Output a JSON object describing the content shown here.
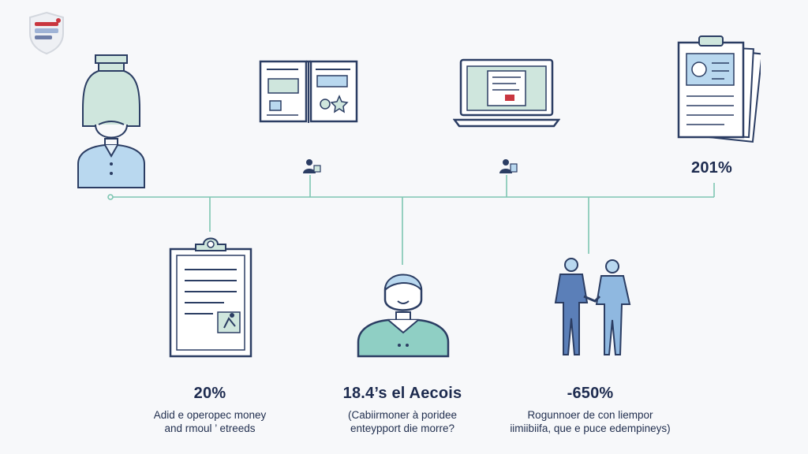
{
  "colors": {
    "line": "#7ec6b2",
    "navy": "#2b3d63",
    "light_blue": "#b9d8ef",
    "mint": "#cfe6dd",
    "steel": "#5b7fb8",
    "background": "#f7f8fa"
  },
  "logo": {
    "icon": "shield-logo-icon"
  },
  "top_row": {
    "icons": [
      "person-icon",
      "open-book-icon",
      "laptop-icon",
      "clipboard-stack-icon"
    ],
    "stat_right": "201%"
  },
  "bottom_row": [
    {
      "icon": "clipboard-icon",
      "stat": "20%",
      "caption_line1": "Adid e operopec money",
      "caption_line2": "and rmoul ’ etreeds"
    },
    {
      "icon": "person-bust-icon",
      "stat": "18.4’s el Aecois",
      "caption_line1": "(Cabiirmoner à poridee",
      "caption_line2": "enteypport die morre?"
    },
    {
      "icon": "handshake-icon",
      "stat": "-650%",
      "caption_line1": "Rogunnoer de con liempor",
      "caption_line2": "iimiibiifa, que e puce edempineys)"
    }
  ]
}
